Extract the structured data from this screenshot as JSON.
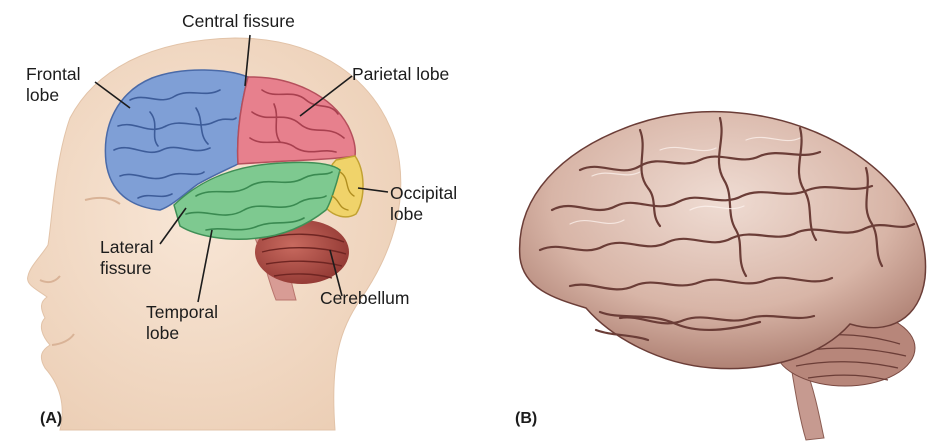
{
  "panel_a": {
    "caption": "(A)",
    "labels": {
      "central_fissure": "Central fissure",
      "frontal_lobe": "Frontal\nlobe",
      "parietal_lobe": "Parietal lobe",
      "occipital_lobe": "Occipital\nlobe",
      "lateral_fissure": "Lateral\nfissure",
      "temporal_lobe": "Temporal\nlobe",
      "cerebellum": "Cerebellum"
    },
    "colors": {
      "frontal": "#7f9fd6",
      "parietal": "#e7808d",
      "temporal": "#7ec990",
      "occipital": "#f0d36a",
      "cerebellum": "#a9453f",
      "skin": "#f3ddc9"
    }
  },
  "panel_b": {
    "caption": "(B)",
    "colors": {
      "brain": "#d9b9ad",
      "brain_shadow": "#6b3d37"
    }
  }
}
